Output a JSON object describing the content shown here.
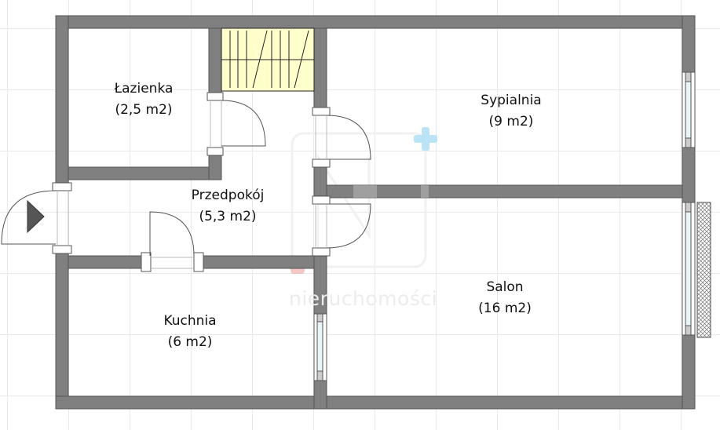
{
  "plan": {
    "colors": {
      "wall": "#808080",
      "wall_outline": "#5a5a5a",
      "stairs_fill": "#ffffcc",
      "window_glass": "#e8f4f8",
      "watermark_blue": "#b3e0f5",
      "watermark_red": "#f0a8a8",
      "grid": "#e9e9e9"
    },
    "rooms": [
      {
        "id": "lazienka",
        "name": "Łazienka",
        "area": "(2,5 m2)"
      },
      {
        "id": "sypialnia",
        "name": "Sypialnia",
        "area": "(9 m2)"
      },
      {
        "id": "przedpokoj",
        "name": "Przedpokój",
        "area": "(5,3 m2)"
      },
      {
        "id": "kuchnia",
        "name": "Kuchnia",
        "area": "(6 m2)"
      },
      {
        "id": "salon",
        "name": "Salon",
        "area": "(16 m2)"
      }
    ],
    "entrance_icon": "entrance-arrow-icon",
    "watermark": {
      "text": "nieruchomości"
    }
  }
}
